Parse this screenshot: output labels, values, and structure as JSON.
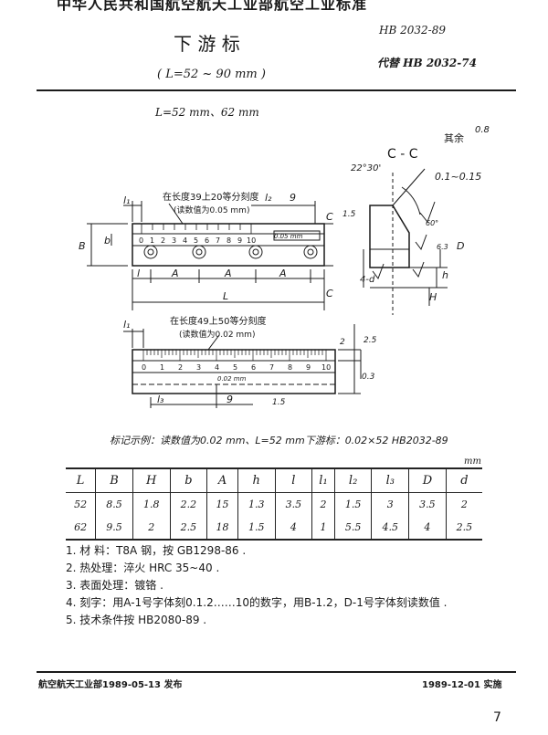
{
  "header": {
    "standard_line": "中华人民共和国航空航天工业部航空工业标准",
    "title": "下 游 标",
    "range": "( L=52 ~ 90 mm )",
    "code": "HB 2032-89",
    "replaces": "代替 HB 2032-74"
  },
  "drawing": {
    "variant_label": "L=52 mm、62 mm",
    "finish_label": "其余",
    "finish_value": "0.8",
    "section_title": "C - C",
    "angle": "22°30'",
    "tol": "0.1~0.15",
    "callout_1_a": "在长度39上20等分刻度",
    "callout_1_b": "(读数值为0.05 mm)",
    "callout_2_a": "在长度49上50等分刻度",
    "callout_2_b": "(读数值为0.02 mm)",
    "reading_1": "0.05 mm",
    "reading_2": "0.02 mm",
    "dims": {
      "l1": "l₁",
      "l2": "l₂",
      "l3": "l₃",
      "l": "l",
      "A": "A",
      "L": "L",
      "B": "B",
      "b": "b",
      "C": "C",
      "H": "H",
      "h": "h",
      "D": "D",
      "d": "4-d",
      "nine": "9",
      "v15": "1.5",
      "v25": "2.5",
      "v03": "0.3",
      "v2": "2",
      "v15b": "1.5",
      "ang60": "60°",
      "v63": "6.3"
    },
    "scale1": [
      "0",
      "1",
      "2",
      "3",
      "4",
      "5",
      "6",
      "7",
      "8",
      "9",
      "10"
    ],
    "scale2": [
      "0",
      "1",
      "2",
      "3",
      "4",
      "5",
      "6",
      "7",
      "8",
      "9",
      "10"
    ]
  },
  "marking_example": "标记示例：读数值为0.02 mm、L=52 mm下游标：0.02×52 HB2032-89",
  "table": {
    "unit": "mm",
    "headers": [
      "L",
      "B",
      "H",
      "b",
      "A",
      "h",
      "l",
      "l₁",
      "l₂",
      "l₃",
      "D",
      "d"
    ],
    "rows": [
      [
        "52",
        "8.5",
        "1.8",
        "2.2",
        "15",
        "1.3",
        "3.5",
        "2",
        "1.5",
        "3",
        "3.5",
        "2"
      ],
      [
        "62",
        "9.5",
        "2",
        "2.5",
        "18",
        "1.5",
        "4",
        "1",
        "5.5",
        "4.5",
        "4",
        "2.5"
      ]
    ]
  },
  "notes": [
    "1.  材  料：T8A 钢，按 GB1298-86 .",
    "2.  热处理：淬火 HRC 35~40 .",
    "3.  表面处理：镀铬 .",
    "4.  刻字：用A-1号字体刻0.1.2……10的数字，用B-1.2，D-1号字体刻读数值 .",
    "5.  技术条件按 HB2080-89 ."
  ],
  "footer": {
    "issued": "航空航天工业部1989-05-13  发布",
    "effective": "1989-12-01  实施",
    "page": "7"
  }
}
